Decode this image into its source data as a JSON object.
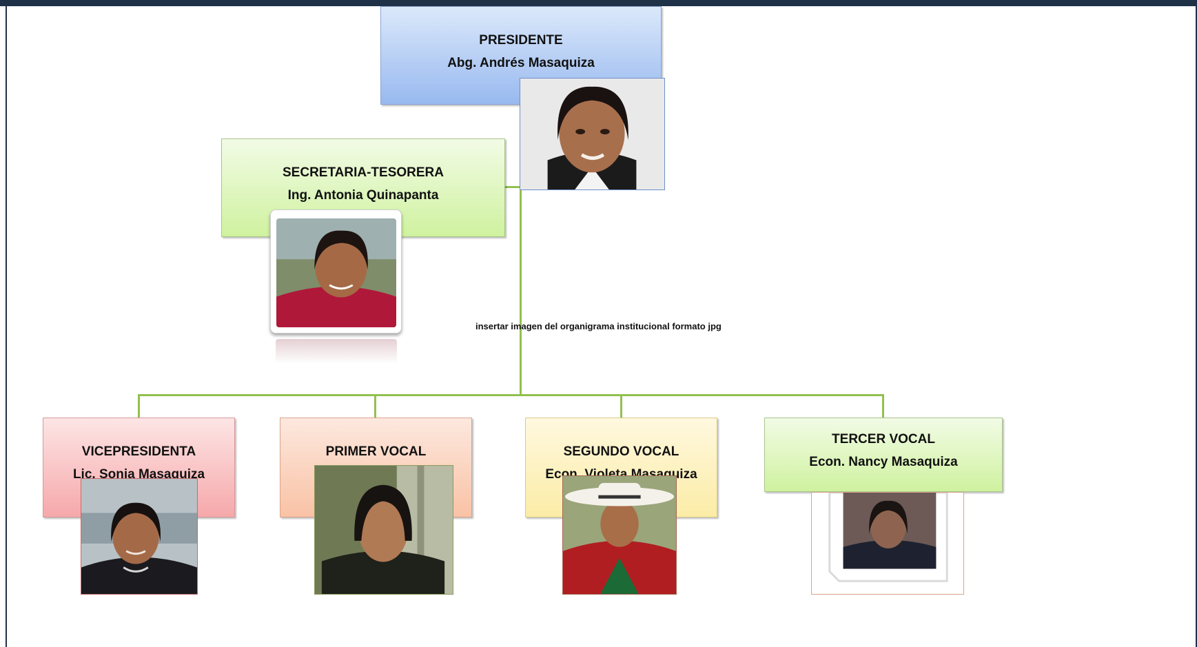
{
  "org_chart": {
    "note": "insertar imagen del organigrama institucional formato jpg",
    "president": {
      "title": "PRESIDENTE",
      "name": "Abg. Andrés Masaquiza"
    },
    "secretary": {
      "title": "SECRETARIA-TESORERA",
      "name": "Ing. Antonia Quinapanta"
    },
    "vicepresident": {
      "title": "VICEPRESIDENTA",
      "name": "Lic. Sonia Masaquiza"
    },
    "first_vocal": {
      "title": "PRIMER VOCAL",
      "name": ""
    },
    "second_vocal": {
      "title": "SEGUNDO VOCAL",
      "name": "Econ. Violeta Masaquiza"
    },
    "third_vocal": {
      "title": "TERCER VOCAL",
      "name": "Econ. Nancy Masaquiza"
    }
  },
  "colors": {
    "frame": "#1f3147",
    "connector": "#92c050",
    "president_box": "#98b9ef",
    "green_box": "#cff29f",
    "pink_box": "#f6a8aa",
    "orange_box": "#f9c2a5",
    "yellow_box": "#fbeca6"
  }
}
